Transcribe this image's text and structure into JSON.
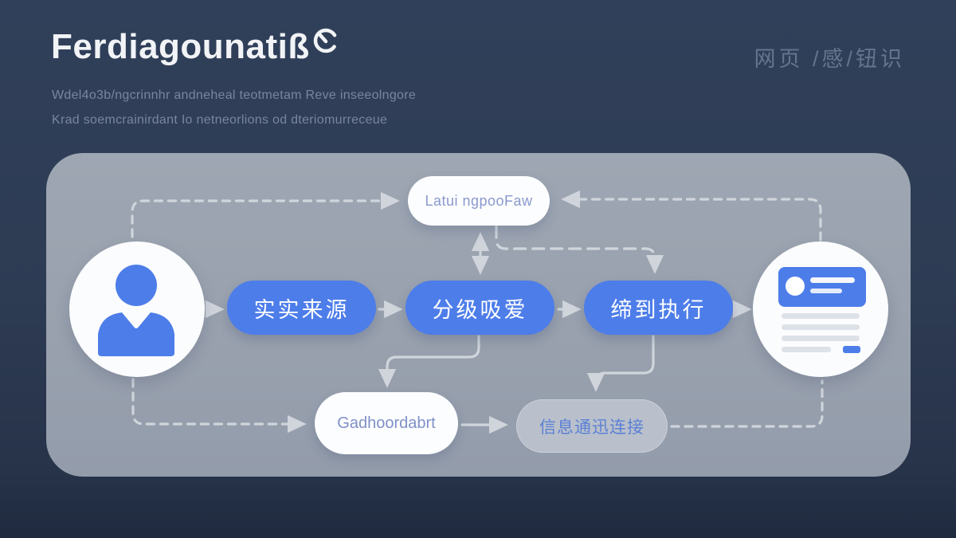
{
  "header": {
    "title": "Ferdiagounatiß",
    "title_icon": "gauge-icon",
    "subtitle_line1": "Wdel4o3b/ngcrinnhr andneheal teotmetam Reve inseeolngore",
    "subtitle_line2": "Krad soemcrainirdant Io netneorlions od dteriomurreceue",
    "corner_label": "网页 /感/钮识"
  },
  "flow": {
    "top_node": "Latui ngpooFaw",
    "steps": [
      "实实来源",
      "分级吸爱",
      "缔到执行"
    ],
    "bottom_left_node": "Gadhoordabrt",
    "bottom_right_node": "信息通迅连接",
    "left_icon": "user-icon",
    "right_icon": "document-card-icon"
  },
  "colors": {
    "background": "#2d3a50",
    "panel": "#99a1ae",
    "accent_blue": "#4d7de9",
    "node_text_blue": "#8090c9",
    "gray_node_bg": "#b9c0cb",
    "arrow_gray": "#d0d5dc"
  }
}
